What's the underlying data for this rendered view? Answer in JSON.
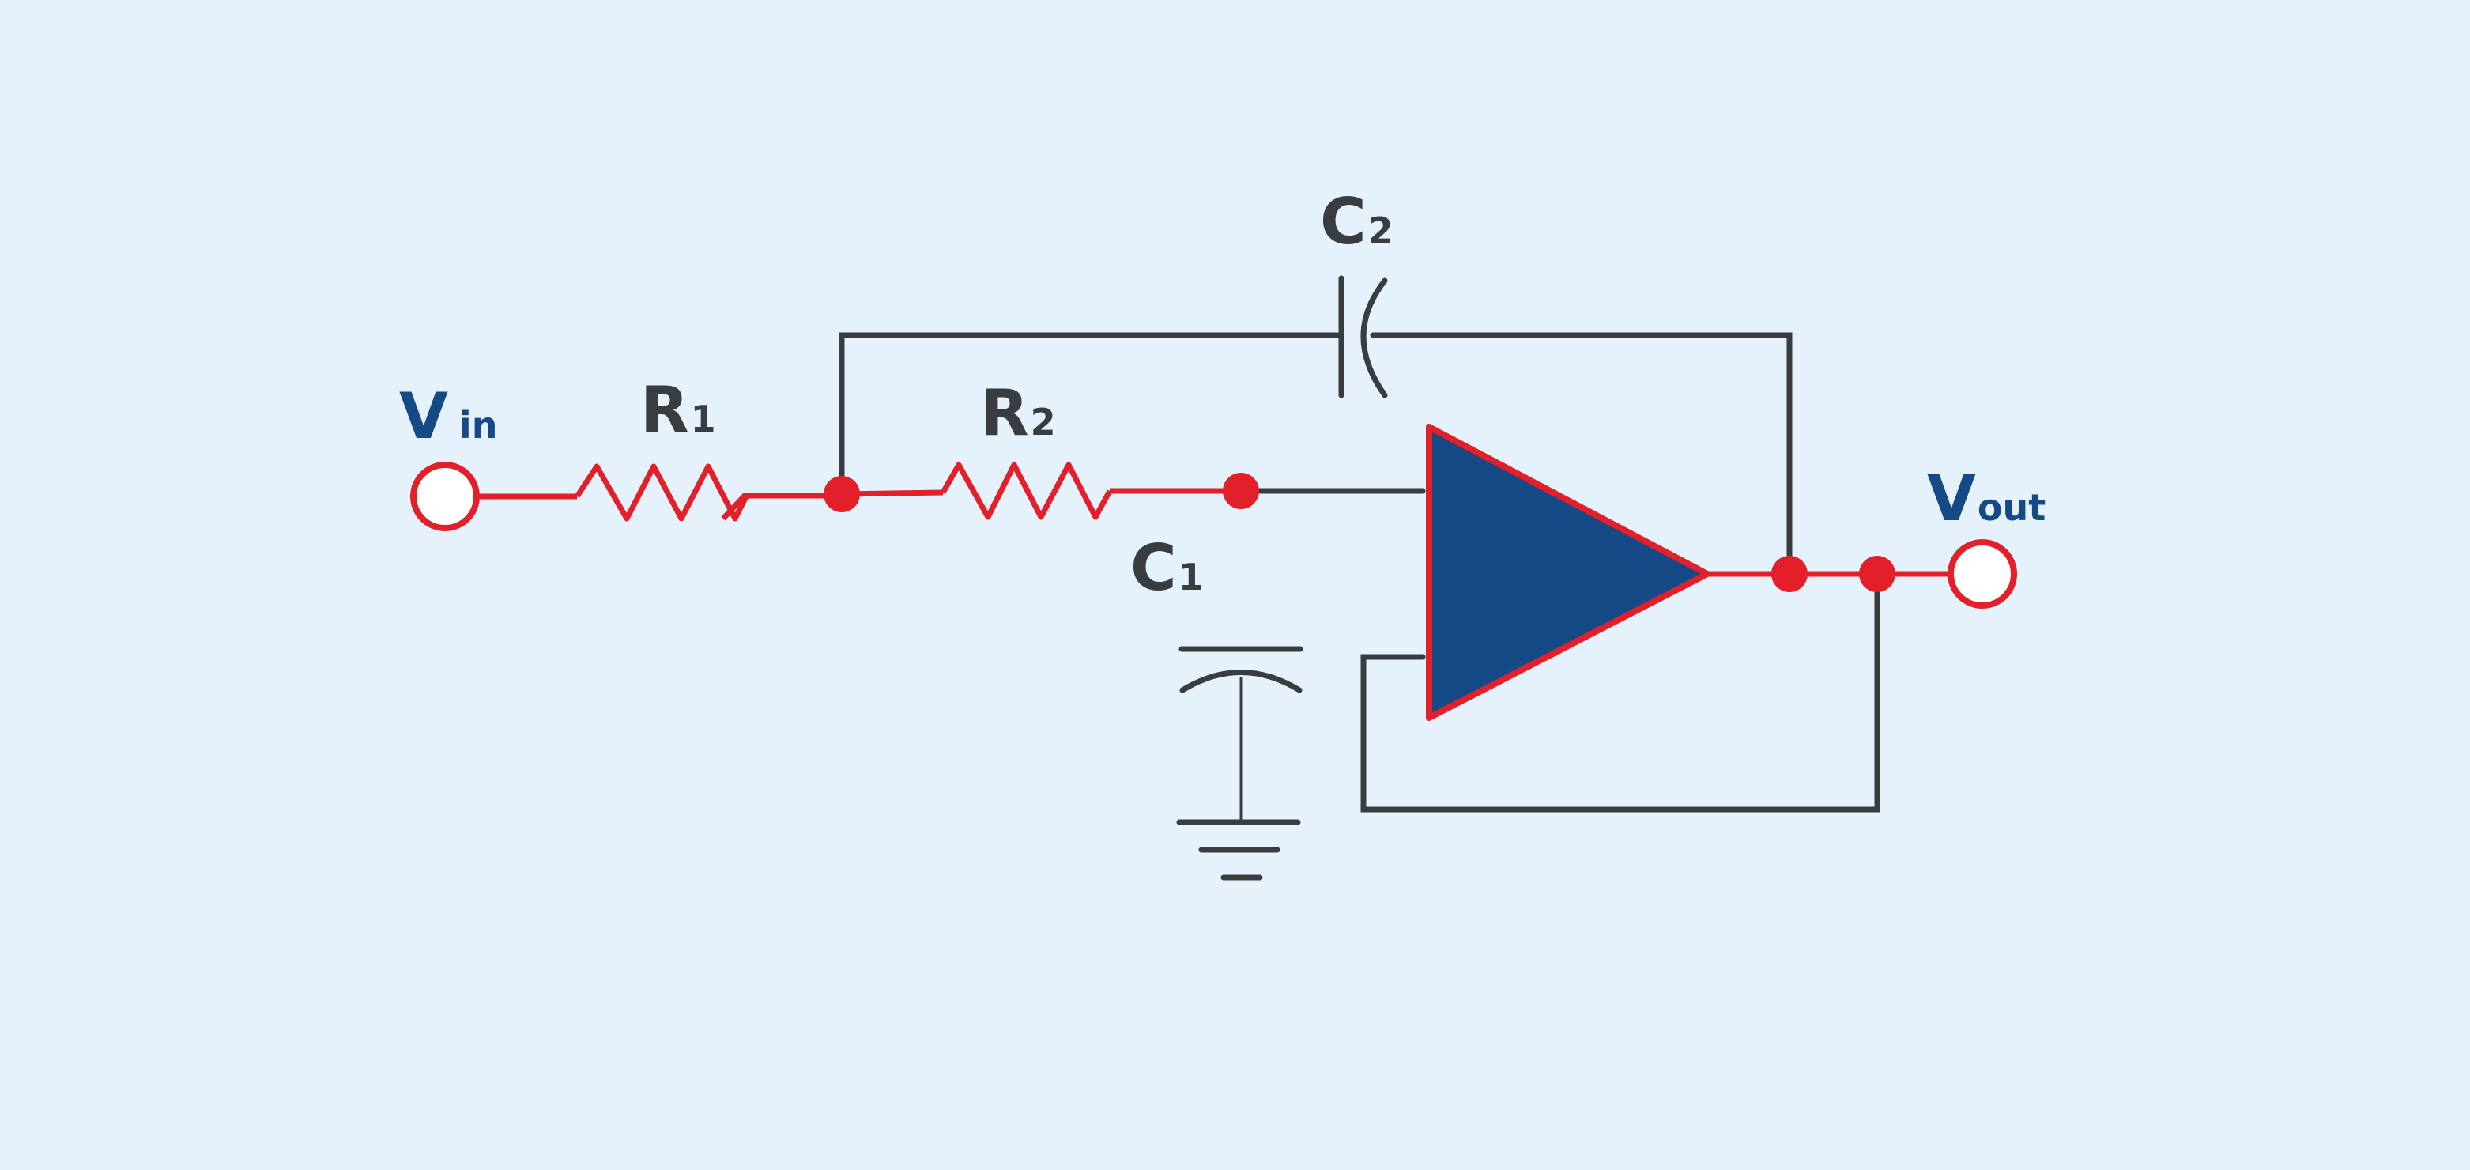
{
  "colors": {
    "background": "#e5f2fb",
    "wire": "#3a3d40",
    "signal": "#e3202a",
    "amp_fill": "#164a87",
    "terminal_label": "#164a87",
    "component_label": "#3a3d40"
  },
  "labels": {
    "vin": {
      "main": "V",
      "sub": "in"
    },
    "vout": {
      "main": "V",
      "sub": "out"
    },
    "r1": {
      "main": "R",
      "sub": "1"
    },
    "r2": {
      "main": "R",
      "sub": "2"
    },
    "c1": {
      "main": "C",
      "sub": "1"
    },
    "c2": {
      "main": "C",
      "sub": "2"
    }
  },
  "components": [
    {
      "id": "r1",
      "kind": "resistor"
    },
    {
      "id": "r2",
      "kind": "resistor"
    },
    {
      "id": "c1",
      "kind": "capacitor"
    },
    {
      "id": "c2",
      "kind": "capacitor"
    },
    {
      "id": "amp",
      "kind": "op-amp buffer"
    },
    {
      "id": "gnd",
      "kind": "ground"
    }
  ]
}
